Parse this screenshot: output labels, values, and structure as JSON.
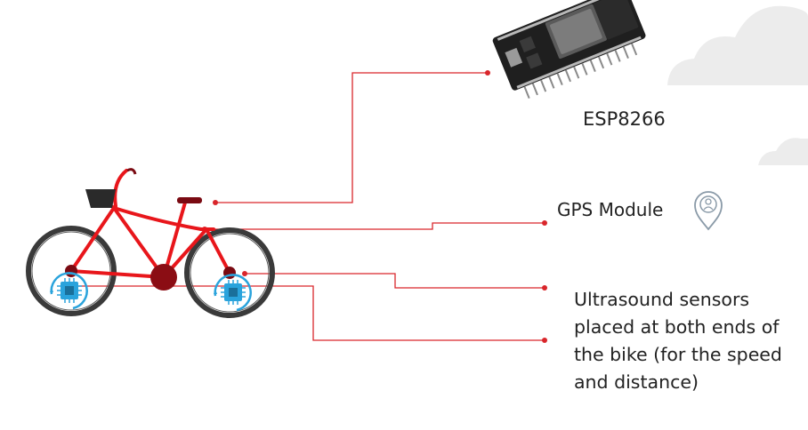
{
  "labels": {
    "esp": "ESP8266",
    "gps": "GPS Module",
    "ultrasound_lines": [
      "Ultrasound sensors",
      "placed at both ends of",
      "the bike (for the speed",
      "and distance)"
    ]
  },
  "colors": {
    "bike_frame": "#e8161b",
    "bike_dark": "#7a0a12",
    "connector": "#d9262b",
    "sensor_blue": "#2aa3dc",
    "cloud": "#ececec",
    "tire": "#3a3a3a"
  },
  "icons": {
    "gps": "location-pin-icon",
    "sensor": "chip-icon",
    "board": "esp8266-board-icon"
  }
}
